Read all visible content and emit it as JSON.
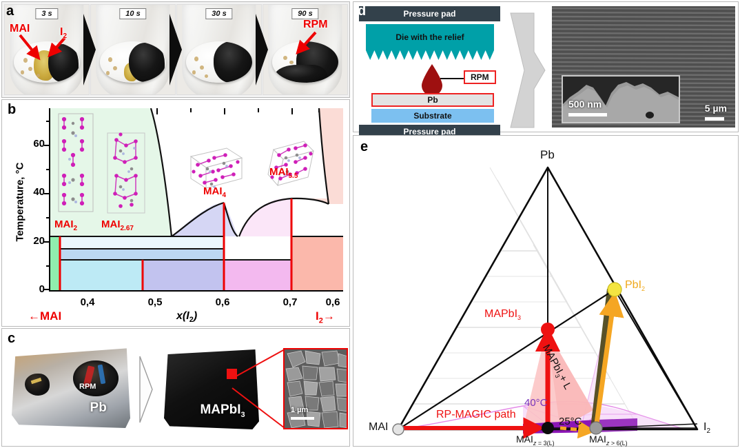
{
  "figure": {
    "panels": [
      "a",
      "b",
      "c",
      "d",
      "e"
    ]
  },
  "panel_a": {
    "label": "a",
    "frames": [
      {
        "time_label": "3 s"
      },
      {
        "time_label": "10 s"
      },
      {
        "time_label": "30 s"
      },
      {
        "time_label": "90 s"
      }
    ],
    "annotations": [
      {
        "text": "MAI",
        "color": "#ee0000"
      },
      {
        "text": "I",
        "sub": "2",
        "color": "#ee0000"
      },
      {
        "text": "RPM",
        "color": "#ee0000"
      }
    ]
  },
  "panel_b": {
    "label": "b",
    "chart_data": {
      "type": "line",
      "title": "",
      "xlabel": "x(I2)",
      "ylabel": "Temperature, °C",
      "ylim": [
        0,
        75
      ],
      "yticks_major": [
        0,
        20,
        40,
        60
      ],
      "yticks_minor": [
        10,
        30,
        50,
        70
      ],
      "xticks_major": [
        "0,4",
        "0,5",
        "0,6",
        "0,7",
        "0,6"
      ],
      "xlim_note": "axis reverses after 0,7",
      "grid": false,
      "axis_end_labels": {
        "left": "←MAI",
        "right": "I2→"
      },
      "phase_labels": [
        {
          "text": "MAI",
          "sub": "2",
          "x_frac": 0.045
        },
        {
          "text": "MAI",
          "sub": "2.67",
          "x_frac": 0.28
        },
        {
          "text": "MAI",
          "sub": "4",
          "x_frac": 0.6
        },
        {
          "text": "MAI",
          "sub": "5.5",
          "x_frac": 0.8
        }
      ],
      "invariant_temperatures_C": [
        22,
        17,
        13,
        11,
        30
      ],
      "liquidus_maxima_C": [
        29,
        34
      ],
      "eutectic_minima_C": [
        17,
        11
      ],
      "regions": [
        {
          "name": "MAI2-solid",
          "color": "#90eeae"
        },
        {
          "name": "pale-liquid",
          "color": "#eaf7fd"
        },
        {
          "name": "band-blue",
          "color": "#bcd7f2"
        },
        {
          "name": "cyan",
          "color": "#bdeaf5"
        },
        {
          "name": "periwinkle",
          "color": "#c2c3ef"
        },
        {
          "name": "lavender",
          "color": "#d5d6f4"
        },
        {
          "name": "pale-pink",
          "color": "#fbe6f8"
        },
        {
          "name": "magenta",
          "color": "#f3b9ef"
        },
        {
          "name": "salmon",
          "color": "#fbb8ab"
        },
        {
          "name": "pale-salmon",
          "color": "#fbdcd6"
        },
        {
          "name": "mint",
          "color": "#e5f7e8"
        }
      ]
    }
  },
  "panel_c": {
    "label": "c",
    "items": [
      {
        "name": "lead-foil",
        "caption": "Pb",
        "inner_caption": "RPM"
      },
      {
        "name": "perovskite-plate",
        "caption": "MAPbI",
        "caption_sub": "3"
      }
    ],
    "sem_scalebar": "1 µm"
  },
  "panel_d": {
    "label": "d",
    "layers": [
      {
        "text": "Pressure pad",
        "color": "#33414b",
        "text_color": "#ffffff"
      },
      {
        "text": "Die with the relief",
        "color": "#00a0a8",
        "text_color": "#111111"
      },
      {
        "text": "Pb",
        "color": "#e3e3e3",
        "text_color": "#111111",
        "border": "#ee2222"
      },
      {
        "text": "Substrate",
        "color": "#7cc0f0",
        "text_color": "#111111"
      },
      {
        "text": "Pressure pad",
        "color": "#33414b",
        "text_color": "#ffffff"
      }
    ],
    "droplet_label": "RPM",
    "droplet_color": "#9e1010",
    "sem_scalebars": {
      "inset": "500 nm",
      "main": "5 µm"
    }
  },
  "panel_e": {
    "label": "e",
    "chart_data": {
      "type": "scatter",
      "title": "",
      "diagram": "ternary",
      "vertices": [
        {
          "label": "MAI",
          "position": "bottom-left",
          "marker_color": "#e0e0e0"
        },
        {
          "label": "Pb",
          "position": "top",
          "marker_color": "none"
        },
        {
          "label": "I",
          "sub": "2",
          "position": "bottom-right",
          "marker_color": "none"
        }
      ],
      "points": [
        {
          "label": "MAPbI",
          "sub": "3",
          "color": "#ee1111",
          "x_frac": 0.5,
          "y_frac": 0.5
        },
        {
          "label": "PbI",
          "sub": "2",
          "color": "#f4e542",
          "x_frac": 0.667,
          "y_frac": 0.333
        },
        {
          "label": "MAI",
          "sub": "z = 3(L)",
          "color": "#000000",
          "x_frac": 0.5,
          "y_frac": 0.0
        },
        {
          "label": "MAI",
          "sub": "z > 6(L)",
          "color": "#9a9a9a",
          "x_frac": 0.68,
          "y_frac": 0.0
        }
      ],
      "annotations": [
        {
          "text": "RP-MAGIC path",
          "color": "#ee1111"
        },
        {
          "text": "MAPbI3+ L",
          "color": "#111111",
          "rotated": true
        },
        {
          "text": "40°C",
          "color": "#7733bb"
        },
        {
          "text": "25°C",
          "color": "#111111"
        }
      ],
      "legend_position": "none",
      "grid": true
    }
  }
}
